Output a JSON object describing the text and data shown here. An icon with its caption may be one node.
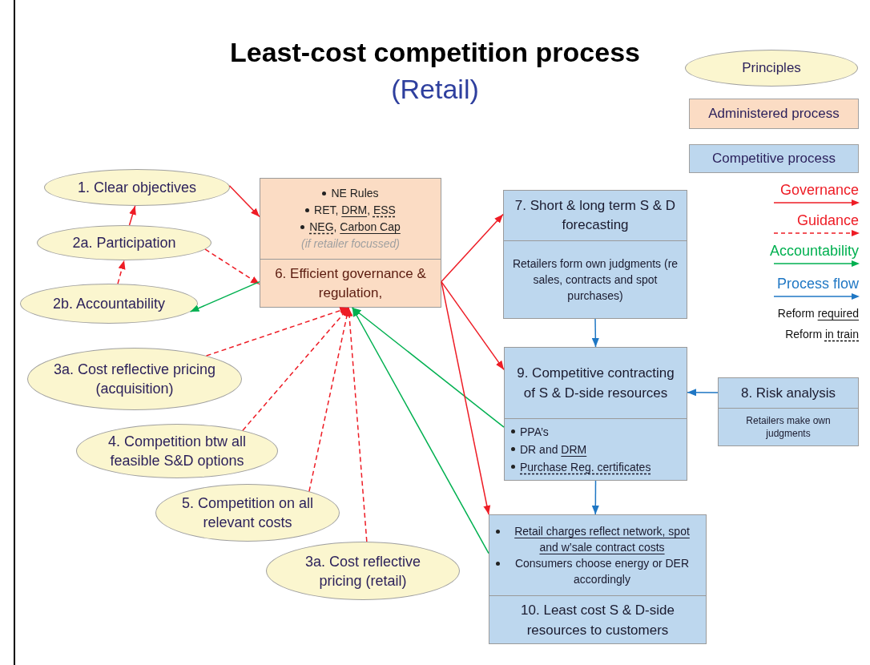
{
  "diagram": {
    "title": "Least-cost competition process",
    "nodes": [
      {
        "text": [
          "1. Clear objectives"
        ]
      },
      {
        "text": [
          "2a. Participation"
        ]
      },
      {
        "text": [
          "2b. Accountability"
        ]
      },
      {
        "text": [
          "NE Rules",
          "RET, DRM, ESS",
          "NEG, Carbon Cap",
          "(if retailer focussed)",
          "6. Efficient governance & regulation,"
        ]
      },
      {
        "text": [
          "7. Short & long term S & D forecasting",
          "Retailers form own judgments (re sales, contracts and spot purchases)"
        ]
      },
      {
        "text": [
          "9. Competitive contracting of S & D-side resources",
          "PPA’s",
          "DR and DRM",
          "Purchase Reg. certificates"
        ]
      },
      {
        "text": [
          "8. Risk analysis",
          "Retailers make own judgments"
        ]
      },
      {
        "text": [
          "Retail charges reflect network, spot and w’sale contract costs",
          "Consumers choose energy or DER accordingly",
          "10. Least cost S & D-side resources to customers"
        ]
      },
      {
        "text": [
          "3a. Cost reflective pricing (acquisition)"
        ]
      },
      {
        "text": [
          "4. Competition btw all feasible S&D options"
        ]
      },
      {
        "text": [
          "5. Competition on all relevant costs"
        ]
      },
      {
        "text": [
          "3a. Cost reflective pricing (retail)"
        ]
      }
    ],
    "edges": [
      {
        "from": 0,
        "to": 3,
        "arrow": "to"
      },
      {
        "from": 1,
        "to": 0,
        "arrow": "to"
      },
      {
        "from": 2,
        "to": 1,
        "arrow": "to",
        "style": "dashed"
      },
      {
        "from": 1,
        "to": 3,
        "arrow": "to",
        "style": "dashed"
      },
      {
        "from": 3,
        "to": 2,
        "arrow": "to",
        "color": "#00b050"
      },
      {
        "from": 8,
        "to": 3,
        "arrow": "to",
        "style": "dashed"
      },
      {
        "from": 9,
        "to": 3,
        "arrow": "to",
        "style": "dashed"
      },
      {
        "from": 10,
        "to": 3,
        "arrow": "to",
        "style": "dashed"
      },
      {
        "from": 11,
        "to": 3,
        "arrow": "to",
        "style": "dashed"
      },
      {
        "from": 5,
        "to": 3,
        "arrow": "to",
        "color": "#00b050"
      },
      {
        "from": 7,
        "to": 3,
        "arrow": "to",
        "color": "#00b050"
      },
      {
        "from": 3,
        "to": 4,
        "arrow": "to"
      },
      {
        "from": 3,
        "to": 5,
        "arrow": "to"
      },
      {
        "from": 3,
        "to": 7,
        "arrow": "to"
      },
      {
        "from": 4,
        "to": 5,
        "arrow": "to",
        "color": "#1f77c4"
      },
      {
        "from": 6,
        "to": 5,
        "arrow": "to",
        "color": "#1f77c4"
      },
      {
        "from": 5,
        "to": 7,
        "arrow": "to",
        "color": "#1f77c4"
      }
    ],
    "labels": [
      "(Retail)",
      "Reform required",
      "Reform in train"
    ],
    "legend": [
      {
        "text": "Principles",
        "color": "#fbf6cf"
      },
      {
        "text": "Administered process",
        "color": "#fbdcc4"
      },
      {
        "text": "Competitive process",
        "color": "#bdd7ee"
      },
      {
        "text": "Governance"
      },
      {
        "text": "Guidance"
      },
      {
        "text": "Accountability"
      },
      {
        "text": "Process flow"
      }
    ]
  }
}
